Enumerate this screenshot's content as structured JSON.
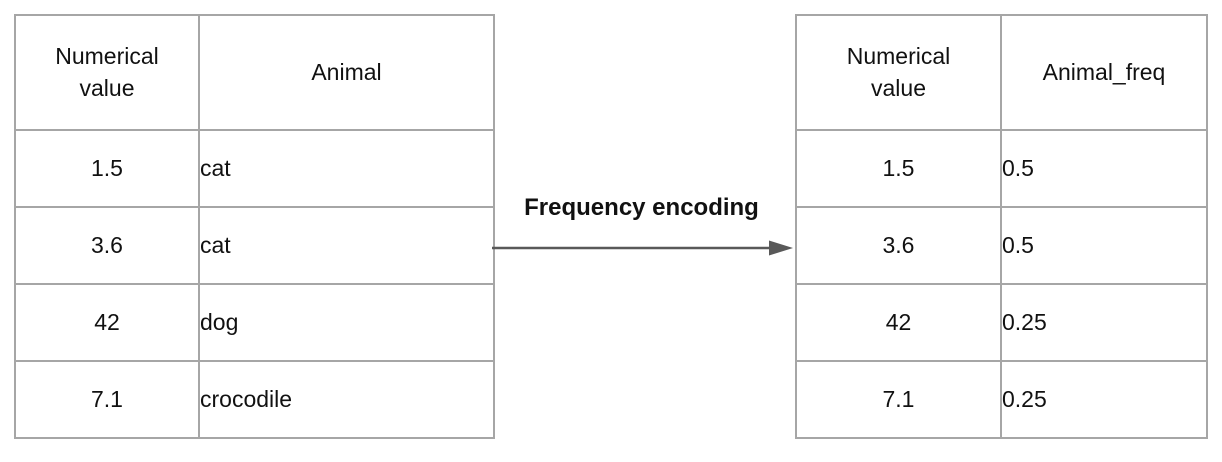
{
  "diagram": {
    "label": "Frequency encoding"
  },
  "left_table": {
    "headers": [
      "Numerical\nvalue",
      "Animal"
    ],
    "rows": [
      [
        "1.5",
        "cat"
      ],
      [
        "3.6",
        "cat"
      ],
      [
        "42",
        "dog"
      ],
      [
        "7.1",
        "crocodile"
      ]
    ]
  },
  "right_table": {
    "headers": [
      "Numerical\nvalue",
      "Animal_freq"
    ],
    "rows": [
      [
        "1.5",
        "0.5"
      ],
      [
        "3.6",
        "0.5"
      ],
      [
        "42",
        "0.25"
      ],
      [
        "7.1",
        "0.25"
      ]
    ]
  },
  "colors": {
    "table_border": "#a6a6a6",
    "arrow": "#595959",
    "text": "#111111",
    "background": "#ffffff"
  }
}
